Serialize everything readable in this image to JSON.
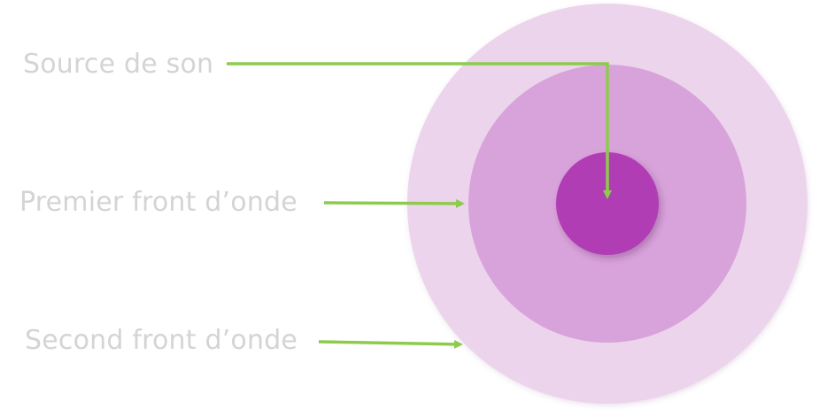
{
  "labels": {
    "source": "Source de son",
    "premier": "Premier front d’onde",
    "second": "Second front d’onde"
  },
  "colors": {
    "outer_circle": "#ecd4ec",
    "middle_circle": "#d8a3da",
    "inner_circle": "#b03cb4",
    "arrow": "#8dcb4c",
    "label_text": "#d4d4d4"
  }
}
